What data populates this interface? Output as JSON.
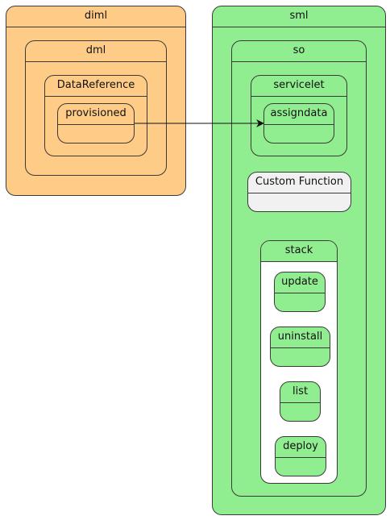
{
  "diagram": {
    "diml": {
      "label": "diml",
      "color": "#ffcc88"
    },
    "dml": {
      "label": "dml"
    },
    "data_reference": {
      "label": "DataReference"
    },
    "provisioned": {
      "label": "provisioned"
    },
    "sml": {
      "label": "sml",
      "color": "#90ee90"
    },
    "so": {
      "label": "so"
    },
    "servicelet": {
      "label": "servicelet"
    },
    "assigndata": {
      "label": "assigndata"
    },
    "custom_function": {
      "label": "Custom Function",
      "color": "#f1f1f1"
    },
    "stack": {
      "label": "stack"
    },
    "update": {
      "label": "update"
    },
    "uninstall": {
      "label": "uninstall"
    },
    "list": {
      "label": "list"
    },
    "deploy": {
      "label": "deploy"
    }
  }
}
